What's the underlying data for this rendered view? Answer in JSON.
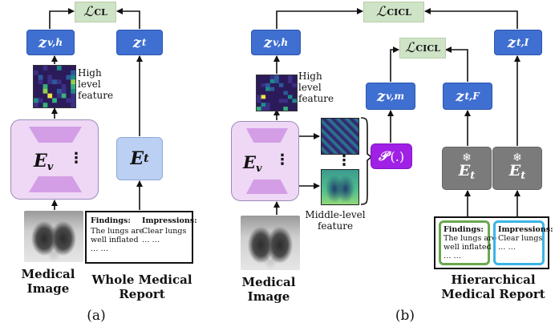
{
  "panel_a": {
    "loss": {
      "symbol": "ℒ",
      "sup": "CL"
    },
    "z_vh": {
      "base": "z",
      "sub": "v,h"
    },
    "z_t": {
      "base": "z",
      "sub": "t"
    },
    "high_level_label": "High level feature",
    "encoder_v": {
      "base": "E",
      "sub": "v",
      "dots": "⋮"
    },
    "encoder_t": {
      "base": "E",
      "sub": "t"
    },
    "report": {
      "findings_title": "Findings:",
      "findings_text": [
        "The lungs are",
        "well inflated",
        "… …"
      ],
      "impressions_title": "Impressions:",
      "impressions_text": [
        "Clear lungs",
        "… …"
      ]
    },
    "caption_image": "Medical Image",
    "caption_report": "Whole Medical Report",
    "panel_label": "(a)"
  },
  "panel_b": {
    "loss_top": {
      "symbol": "ℒ",
      "sup": "CICL"
    },
    "loss_mid": {
      "symbol": "ℒ",
      "sup": "CICL"
    },
    "z_vh": {
      "base": "z",
      "sub": "v,h"
    },
    "z_vm": {
      "base": "z",
      "sub": "v,m"
    },
    "z_tF": {
      "base": "z",
      "sub": "t,F"
    },
    "z_tI": {
      "base": "z",
      "sub": "t,I"
    },
    "high_level_label": "High level feature",
    "middle_level_label": "Middle-level feature",
    "encoder_v": {
      "base": "E",
      "sub": "v",
      "dots": "⋮"
    },
    "projector": {
      "symbol": "𝒫",
      "args": "(.)"
    },
    "frozen_encoder": {
      "icon": "❄",
      "base": "E",
      "sub": "t"
    },
    "feature_dots": "⋮",
    "report": {
      "findings_title": "Findings:",
      "findings_text": [
        "The lungs are",
        "well inflated",
        "… …"
      ],
      "impressions_title": "Impressions:",
      "impressions_text": [
        "Clear lungs",
        "… …"
      ]
    },
    "caption_image": "Medical Image",
    "caption_report": "Hierarchical Medical Report",
    "panel_label": "(b)"
  },
  "colors": {
    "z_box": "#3f6fd1",
    "loss_box": "#cfe3c6",
    "encoder_v": "#eed8f5",
    "encoder_t": "#bcd0f3",
    "frozen": "#7b7b7b",
    "projector": "#a020e6",
    "findings_border": "#6aa84f",
    "impressions_border": "#3ab5e6"
  }
}
